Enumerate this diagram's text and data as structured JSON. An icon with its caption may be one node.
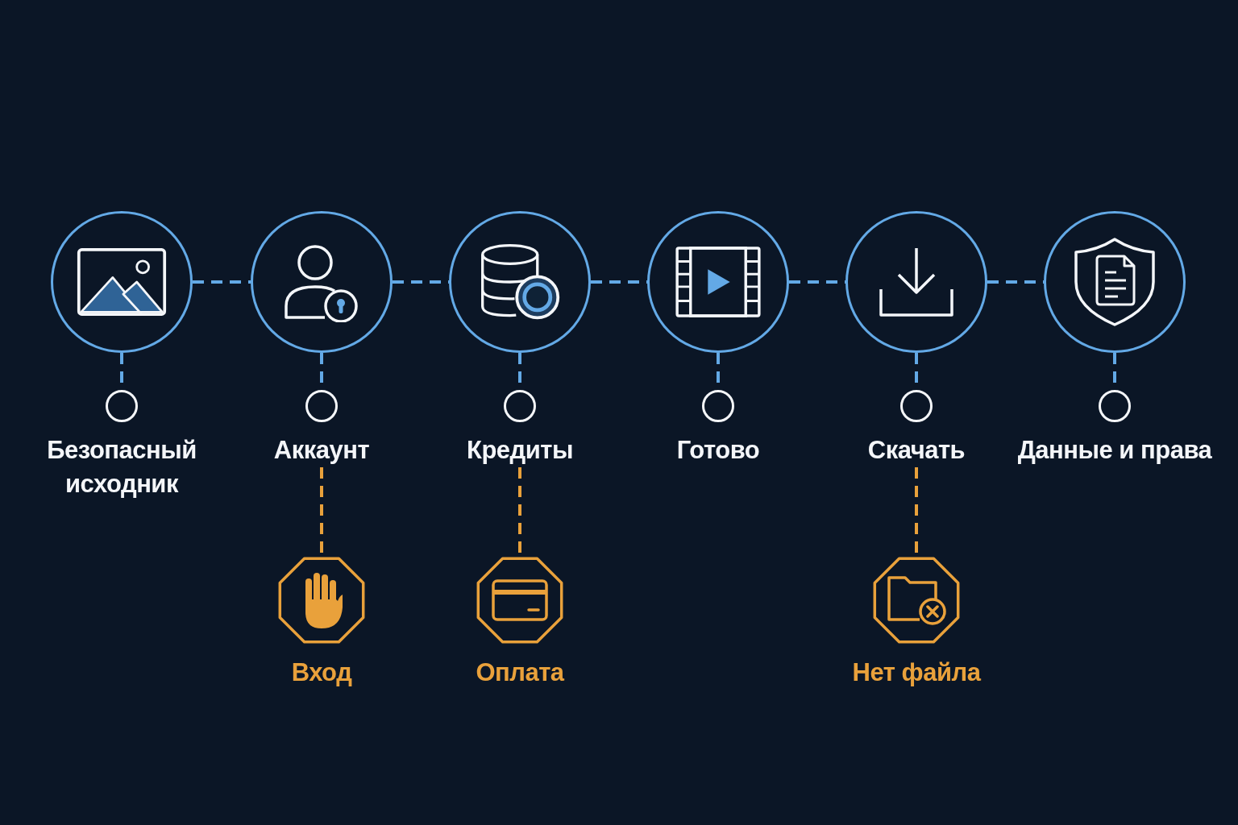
{
  "diagram": {
    "nodes": [
      {
        "text": [],
        "shape": "circle"
      },
      {
        "text": [],
        "shape": "circle"
      },
      {
        "text": [],
        "shape": "circle"
      },
      {
        "text": [],
        "shape": "circle"
      },
      {
        "text": [],
        "shape": "circle"
      },
      {
        "text": [],
        "shape": "circle"
      },
      {
        "text": [
          "Безопасный исходник"
        ]
      },
      {
        "text": [
          "Аккаунт"
        ]
      },
      {
        "text": [
          "Кредиты"
        ]
      },
      {
        "text": [
          "Готово"
        ]
      },
      {
        "text": [
          "Скачать"
        ]
      },
      {
        "text": [
          "Данные и права"
        ]
      },
      {
        "text": [
          "Вход"
        ]
      },
      {
        "text": [
          "Оплата"
        ]
      },
      {
        "text": [
          "Нет файла"
        ]
      }
    ],
    "edges": [
      {
        "from": 0,
        "to": 1,
        "arrow": "none",
        "style": "dashed"
      },
      {
        "from": 1,
        "to": 2,
        "arrow": "none",
        "style": "dashed"
      },
      {
        "from": 2,
        "to": 3,
        "arrow": "none",
        "style": "dashed"
      },
      {
        "from": 3,
        "to": 4,
        "arrow": "none",
        "style": "dashed"
      },
      {
        "from": 4,
        "to": 5,
        "arrow": "none",
        "style": "dashed"
      },
      {
        "from": 0,
        "to": 6,
        "arrow": "none",
        "style": "dashed"
      },
      {
        "from": 1,
        "to": 7,
        "arrow": "none",
        "style": "dashed"
      },
      {
        "from": 2,
        "to": 8,
        "arrow": "none",
        "style": "dashed"
      },
      {
        "from": 3,
        "to": 9,
        "arrow": "none",
        "style": "dashed"
      },
      {
        "from": 4,
        "to": 10,
        "arrow": "none",
        "style": "dashed"
      },
      {
        "from": 5,
        "to": 11,
        "arrow": "none",
        "style": "dashed"
      },
      {
        "from": 7,
        "to": 12,
        "arrow": "none",
        "style": "dashed",
        "color": "#e9a13b"
      },
      {
        "from": 8,
        "to": 13,
        "arrow": "none",
        "style": "dashed",
        "color": "#e9a13b"
      },
      {
        "from": 10,
        "to": 14,
        "arrow": "none",
        "style": "dashed",
        "color": "#e9a13b"
      }
    ]
  }
}
